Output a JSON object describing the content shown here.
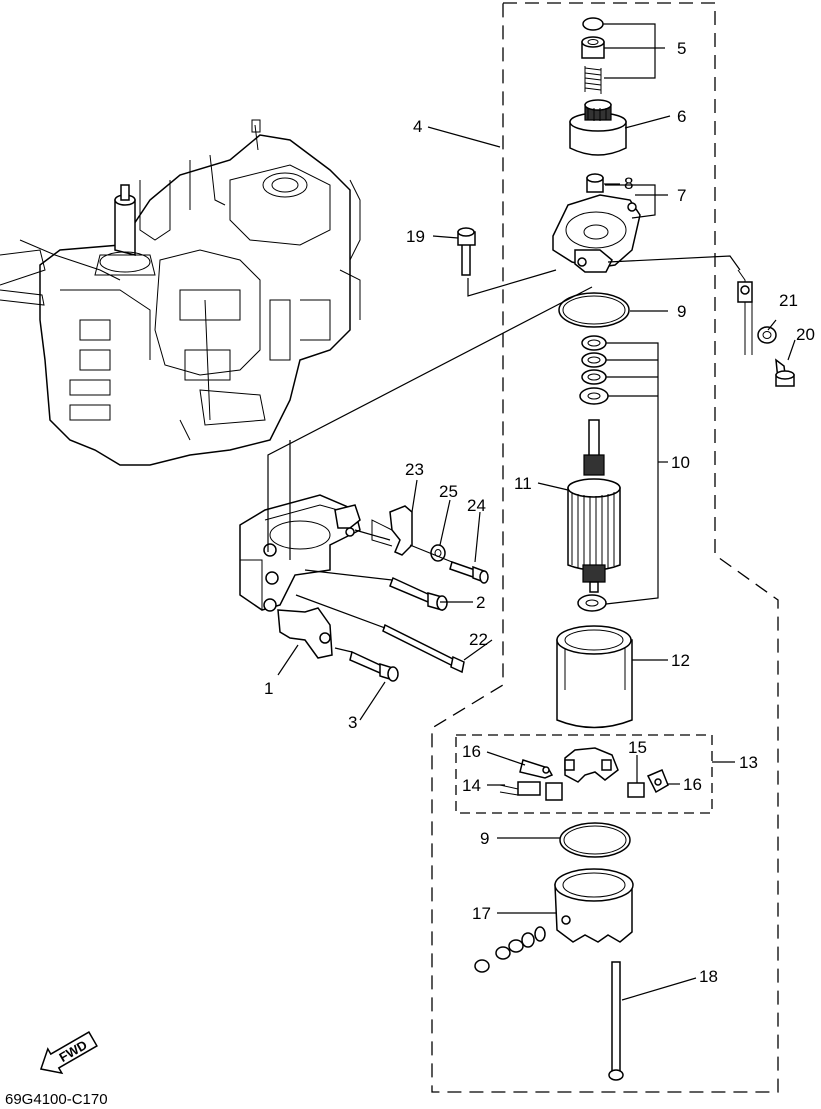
{
  "diagram": {
    "code": "69G4100-C170",
    "fwd_label": "FWD",
    "callouts": {
      "c1": "1",
      "c2": "2",
      "c3": "3",
      "c4": "4",
      "c5": "5",
      "c6": "6",
      "c7": "7",
      "c8": "8",
      "c9a": "9",
      "c9b": "9",
      "c10": "10",
      "c11": "11",
      "c12": "12",
      "c13": "13",
      "c14": "14",
      "c15": "15",
      "c16a": "16",
      "c16b": "16",
      "c17": "17",
      "c18": "18",
      "c19": "19",
      "c20": "20",
      "c21": "21",
      "c22": "22",
      "c23": "23",
      "c24": "24",
      "c25": "25"
    }
  }
}
